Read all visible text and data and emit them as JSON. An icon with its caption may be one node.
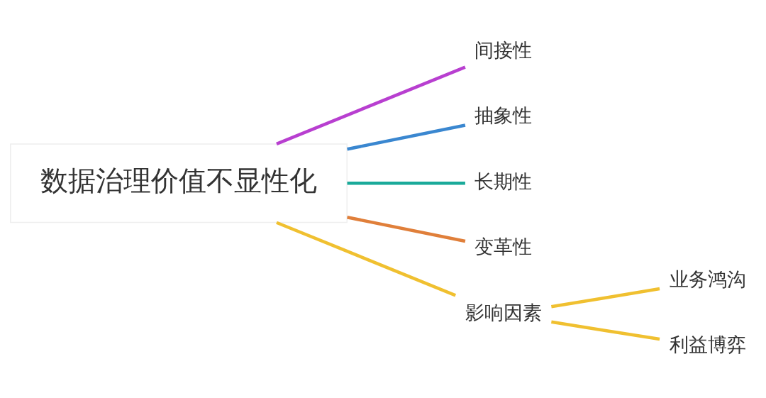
{
  "diagram": {
    "nodes": [
      {
        "text": [
          "数据治理价值不显性化"
        ]
      },
      {
        "text": [
          "间接性"
        ]
      },
      {
        "text": [
          "抽象性"
        ]
      },
      {
        "text": [
          "长期性"
        ]
      },
      {
        "text": [
          "变革性"
        ]
      },
      {
        "text": [
          "影响因素"
        ]
      },
      {
        "text": [
          "业务鸿沟"
        ]
      },
      {
        "text": [
          "利益博弈"
        ]
      }
    ],
    "edges": [
      {
        "from": 0,
        "to": 1,
        "arrow": "none",
        "color": "#b83fd0"
      },
      {
        "from": 0,
        "to": 2,
        "arrow": "none",
        "color": "#3a87d0"
      },
      {
        "from": 0,
        "to": 3,
        "arrow": "none",
        "color": "#1aaa9a"
      },
      {
        "from": 0,
        "to": 4,
        "arrow": "none",
        "color": "#e07f3a"
      },
      {
        "from": 0,
        "to": 5,
        "arrow": "none",
        "color": "#f0c030"
      },
      {
        "from": 5,
        "to": 6,
        "arrow": "none",
        "color": "#f0c030"
      },
      {
        "from": 5,
        "to": 7,
        "arrow": "none",
        "color": "#f0c030"
      }
    ]
  }
}
